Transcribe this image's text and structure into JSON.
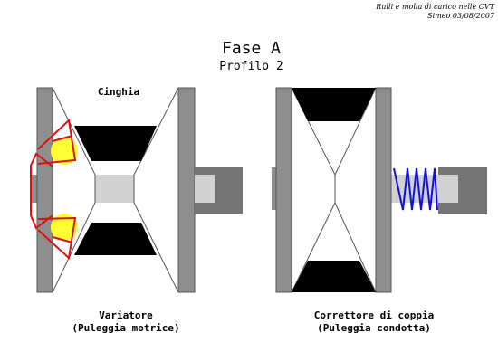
{
  "header": {
    "credit_line1": "Rulli e molla di carico nelle CVT",
    "credit_line2": "Simeo 03/08/2007"
  },
  "title": {
    "phase": "Fase A",
    "profile": "Profilo 2"
  },
  "labels": {
    "belt": "Cinghia",
    "left_caption_line1": "Variatore",
    "left_caption_line2": "(Puleggia motrice)",
    "right_caption_line1": "Correttore di coppia",
    "right_caption_line2": "(Puleggia condotta)"
  },
  "colors": {
    "shaft": "#d2d2d2",
    "plate": "#8e8e8e",
    "hub": "#747474",
    "belt": "#000000",
    "roller": "#ffff33",
    "ramp": "#dd1111",
    "spring": "#1010dd",
    "cam": "#9b9b9b"
  }
}
